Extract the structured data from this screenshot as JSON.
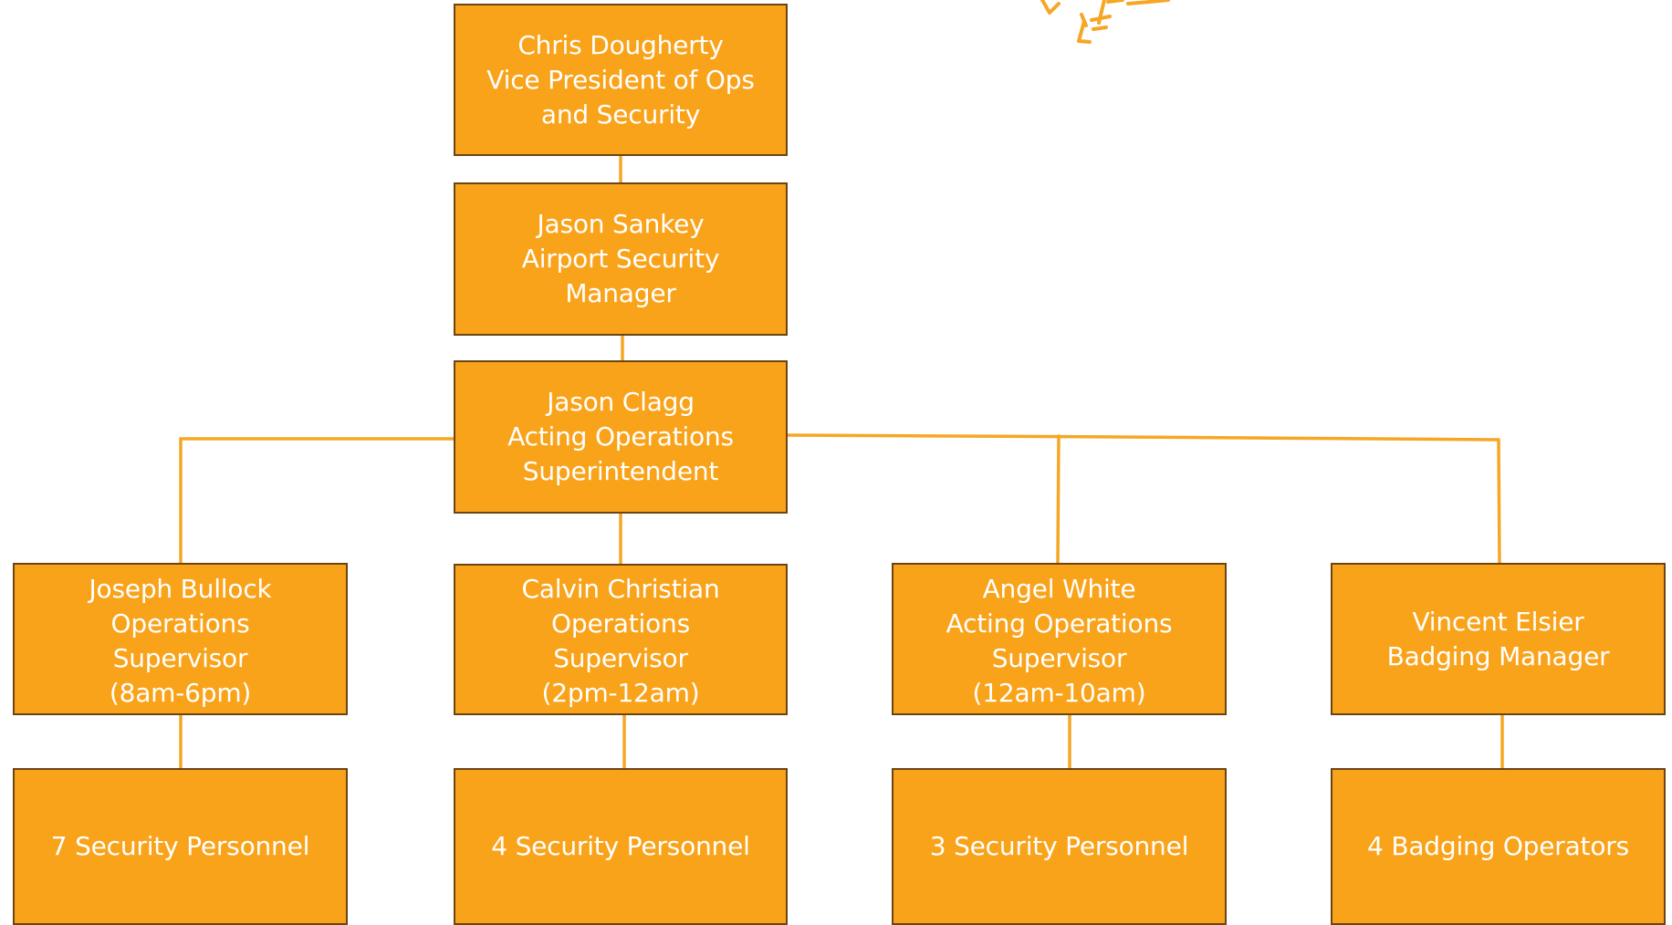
{
  "org_chart": {
    "vp": {
      "name": "Chris Dougherty",
      "title_line1": "Vice President of Ops",
      "title_line2": "and Security"
    },
    "security_manager": {
      "name": "Jason Sankey",
      "title_line1": "Airport Security",
      "title_line2": "Manager"
    },
    "superintendent": {
      "name": "Jason Clagg",
      "title_line1": "Acting Operations",
      "title_line2": "Superintendent"
    },
    "supervisors": [
      {
        "name": "Joseph Bullock",
        "title_line1": "Operations",
        "title_line2": "Supervisor",
        "shift": "(8am-6pm)",
        "team": "7 Security Personnel"
      },
      {
        "name": "Calvin Christian",
        "title_line1": "Operations",
        "title_line2": "Supervisor",
        "shift": "(2pm-12am)",
        "team": "4 Security Personnel"
      },
      {
        "name": "Angel White",
        "title_line1": "Acting Operations",
        "title_line2": "Supervisor",
        "shift": "(12am-10am)",
        "team": "3 Security Personnel"
      },
      {
        "name": "Vincent Elsier",
        "title_line1": "Badging Manager",
        "team": "4 Badging Operators"
      }
    ]
  },
  "colors": {
    "box_fill": "#f9a31b",
    "box_border": "#6b4413",
    "connector": "#f5a724",
    "text": "#ffffff"
  }
}
